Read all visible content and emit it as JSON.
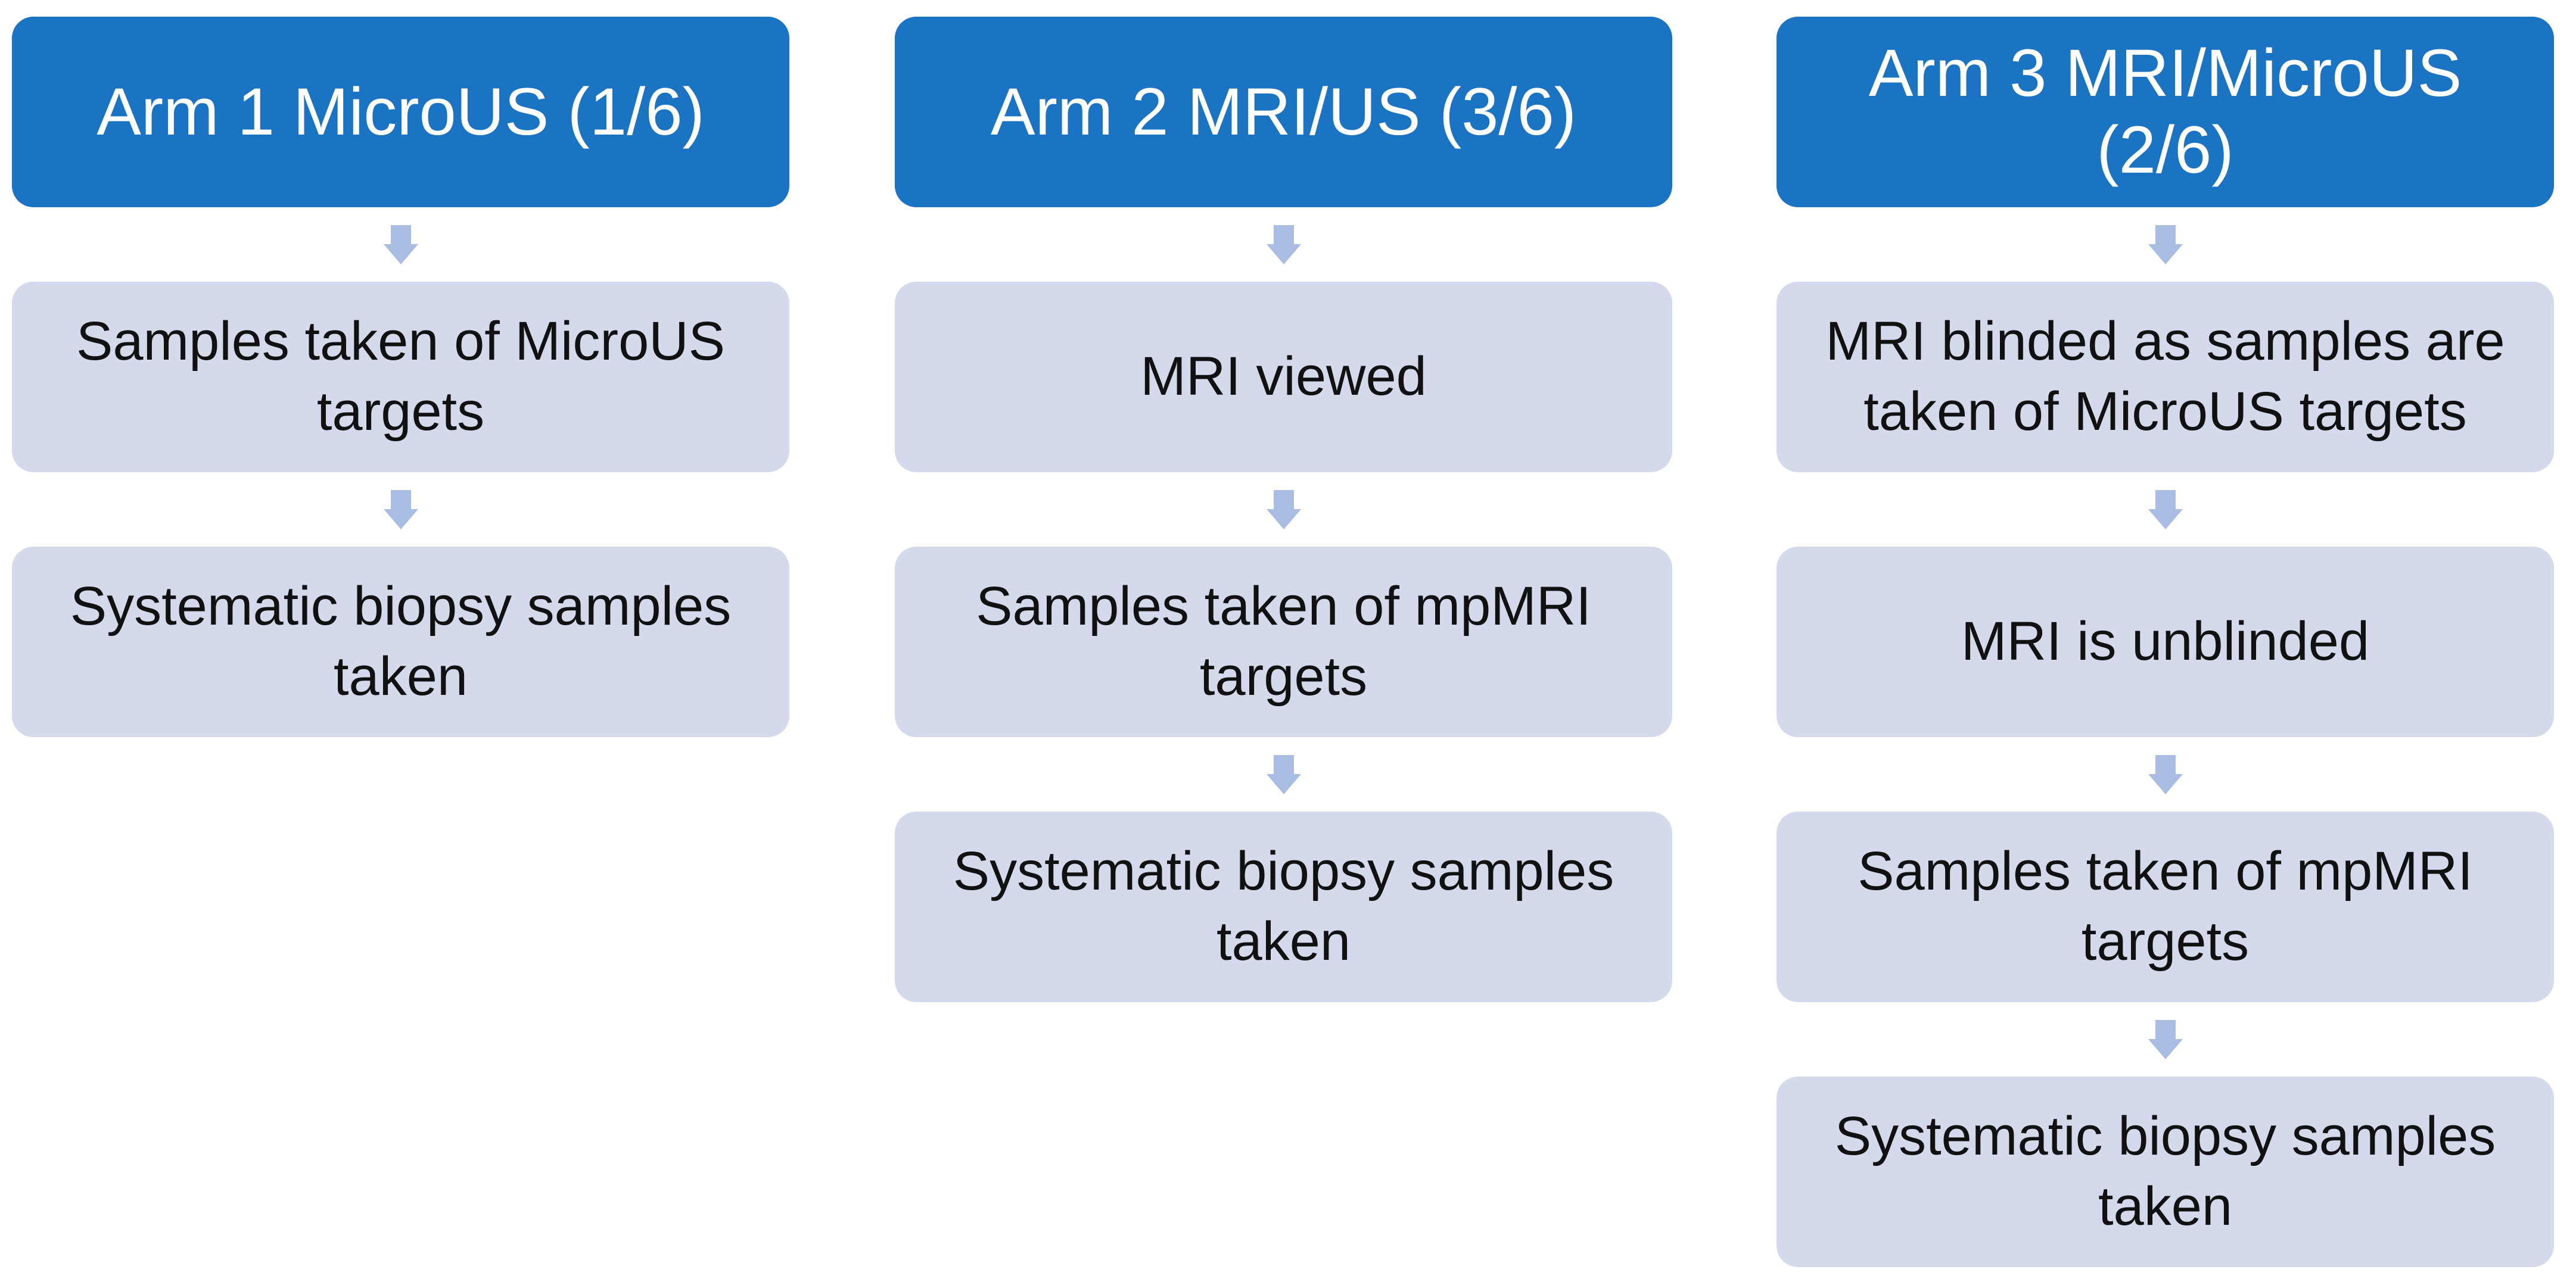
{
  "diagram": {
    "type": "flowchart",
    "columns": [
      {
        "header": "Arm 1 MicroUS (1/6)",
        "steps": [
          "Samples taken of MicroUS targets",
          "Systematic biopsy samples taken"
        ]
      },
      {
        "header": "Arm 2 MRI/US (3/6)",
        "steps": [
          "MRI viewed",
          "Samples taken of mpMRI targets",
          "Systematic biopsy samples taken"
        ]
      },
      {
        "header": "Arm 3 MRI/MicroUS (2/6)",
        "steps": [
          "MRI blinded as samples are taken of MicroUS targets",
          "MRI is unblinded",
          "Samples taken of mpMRI targets",
          "Systematic biopsy samples taken"
        ]
      }
    ],
    "arrow_icon": "down-arrow",
    "colors": {
      "header_bg": "#1b73c4",
      "header_text": "#ffffff",
      "step_bg": "#d4daec",
      "step_text": "#111111",
      "arrow": "#a9bce2",
      "page_bg": "#ffffff"
    }
  }
}
